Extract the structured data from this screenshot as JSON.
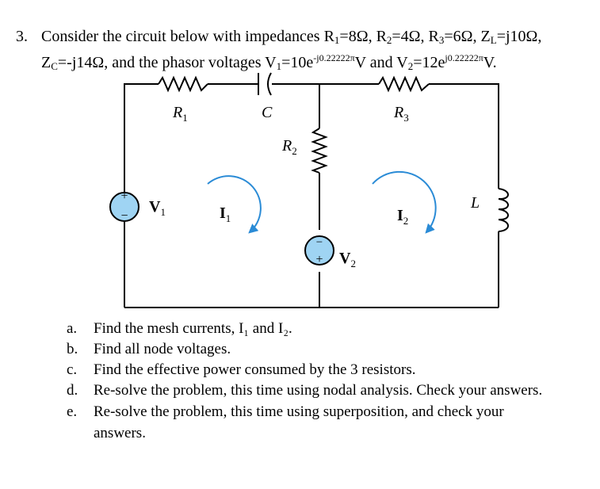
{
  "question": {
    "number": "3.",
    "line1": {
      "a": "Consider the circuit below with impedances R",
      "s1": "1",
      "b": "=8Ω, R",
      "s2": "2",
      "c": "=4Ω, R",
      "s3": "3",
      "d": "=6Ω, Z",
      "s4": "L",
      "e": "=j10Ω,"
    },
    "line2": {
      "a": "Z",
      "s1": "C",
      "b": "=-j14Ω, and the phasor voltages V",
      "s2": "1",
      "c": "=10e",
      "sup1": "-j0.22222π",
      "d": "V and V",
      "s3": "2",
      "e": "=12e",
      "sup2": "j0.22222π",
      "f": "V."
    }
  },
  "circuit": {
    "r1": {
      "main": "R",
      "sub": "1"
    },
    "c": {
      "main": "C"
    },
    "r3": {
      "main": "R",
      "sub": "3"
    },
    "r2": {
      "main": "R",
      "sub": "2"
    },
    "v1": {
      "main": "V",
      "sub": "1"
    },
    "v2": {
      "main": "V",
      "sub": "2"
    },
    "i1": {
      "main": "I",
      "sub": "1"
    },
    "i2": {
      "main": "I",
      "sub": "2"
    },
    "l": {
      "main": "L"
    },
    "plus": "+",
    "minus": "−"
  },
  "items": [
    {
      "label": "a.",
      "text": "Find the mesh currents, I₁ and I₂."
    },
    {
      "label": "b.",
      "text": "Find all node voltages."
    },
    {
      "label": "c.",
      "text": "Find the effective power consumed by the 3 resistors."
    },
    {
      "label": "d.",
      "text": "Re-solve the problem, this time using nodal analysis. Check your answers."
    },
    {
      "label": "e.",
      "text": "Re-solve the problem, this time using superposition, and check your"
    },
    {
      "label": "",
      "text": "answers."
    }
  ]
}
